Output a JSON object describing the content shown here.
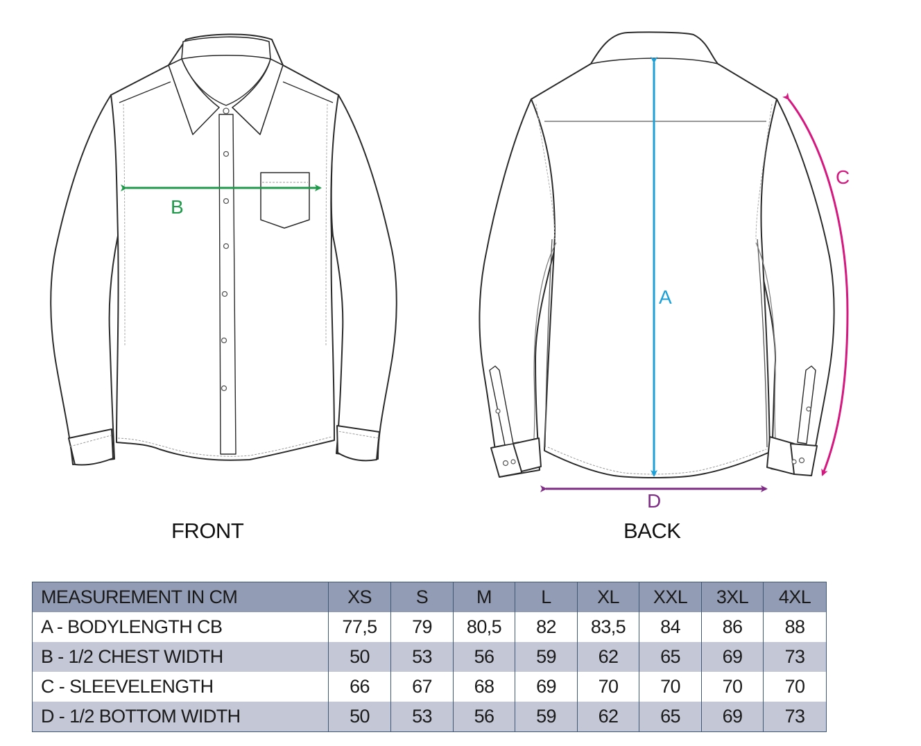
{
  "views": {
    "front_label": "FRONT",
    "back_label": "BACK"
  },
  "dimensions": {
    "A": {
      "label": "A",
      "color": "#1aa0d8",
      "description": "Body length, center back"
    },
    "B": {
      "label": "B",
      "color": "#1f9a4a",
      "description": "1/2 chest width"
    },
    "C": {
      "label": "C",
      "color": "#d6177f",
      "description": "Sleeve length"
    },
    "D": {
      "label": "D",
      "color": "#7f2c86",
      "description": "1/2 bottom width"
    }
  },
  "table": {
    "header": {
      "measurement": "MEASUREMENT IN CM",
      "sizes": [
        "XS",
        "S",
        "M",
        "L",
        "XL",
        "XXL",
        "3XL",
        "4XL"
      ]
    },
    "rows": [
      {
        "label": "A - BODYLENGTH CB",
        "values": [
          "77,5",
          "79",
          "80,5",
          "82",
          "83,5",
          "84",
          "86",
          "88"
        ]
      },
      {
        "label": "B - 1/2 CHEST WIDTH",
        "values": [
          "50",
          "53",
          "56",
          "59",
          "62",
          "65",
          "69",
          "73"
        ]
      },
      {
        "label": "C - SLEEVELENGTH",
        "values": [
          "66",
          "67",
          "68",
          "69",
          "70",
          "70",
          "70",
          "70"
        ]
      },
      {
        "label": "D - 1/2 BOTTOM WIDTH",
        "values": [
          "50",
          "53",
          "56",
          "59",
          "62",
          "65",
          "69",
          "73"
        ]
      }
    ],
    "colors": {
      "header_bg": "#929cb4",
      "stripe_bg": "#c3c7d6",
      "border": "#3d5775"
    }
  }
}
